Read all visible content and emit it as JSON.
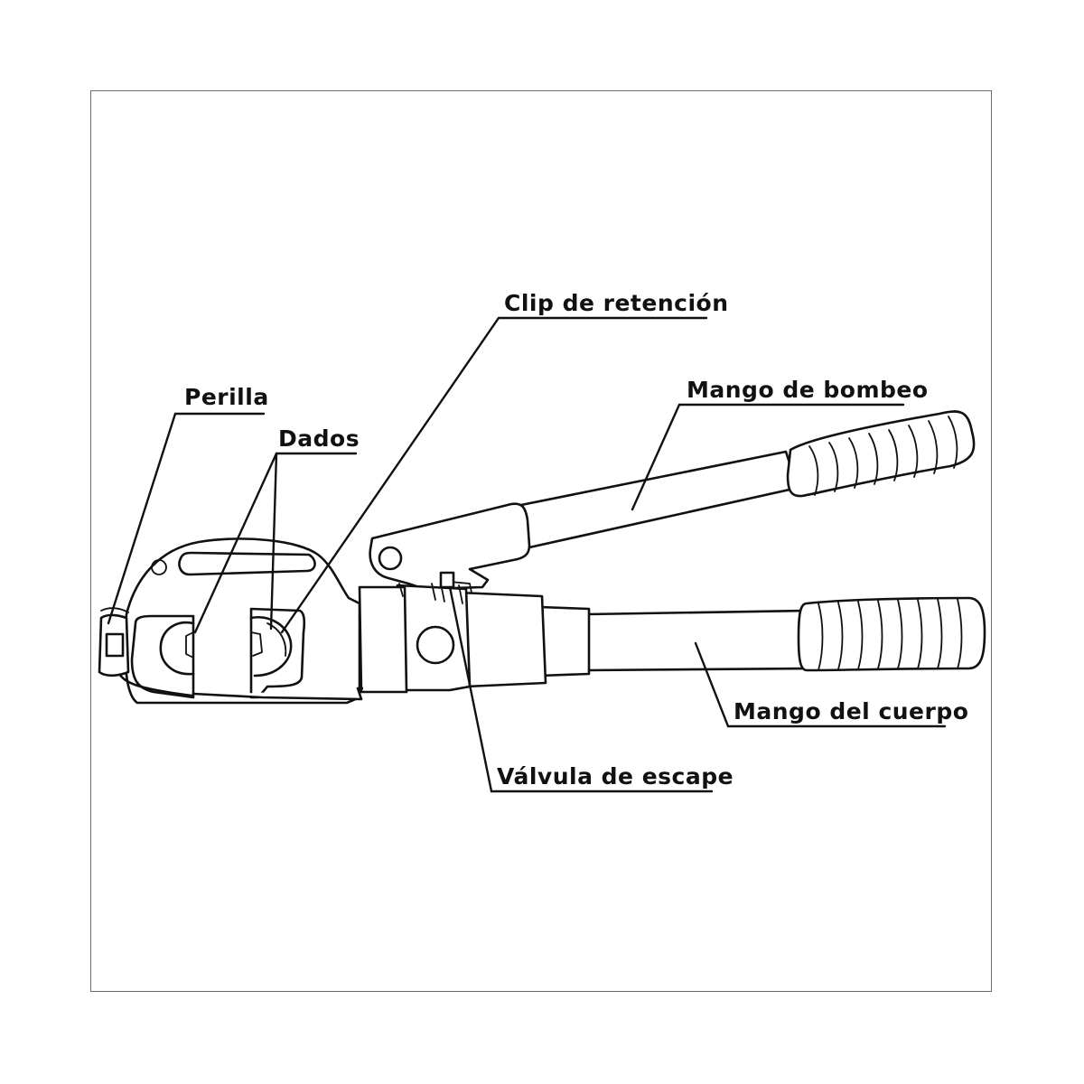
{
  "labels": {
    "perilla": "Perilla",
    "dados": "Dados",
    "clip": "Clip de retención",
    "mango_bombeo": "Mango de bombeo",
    "mango_cuerpo": "Mango del cuerpo",
    "valvula": "Válvula de escape"
  },
  "colors": {
    "line": "#111111",
    "frame": "#6e6e6e",
    "background": "#ffffff"
  }
}
